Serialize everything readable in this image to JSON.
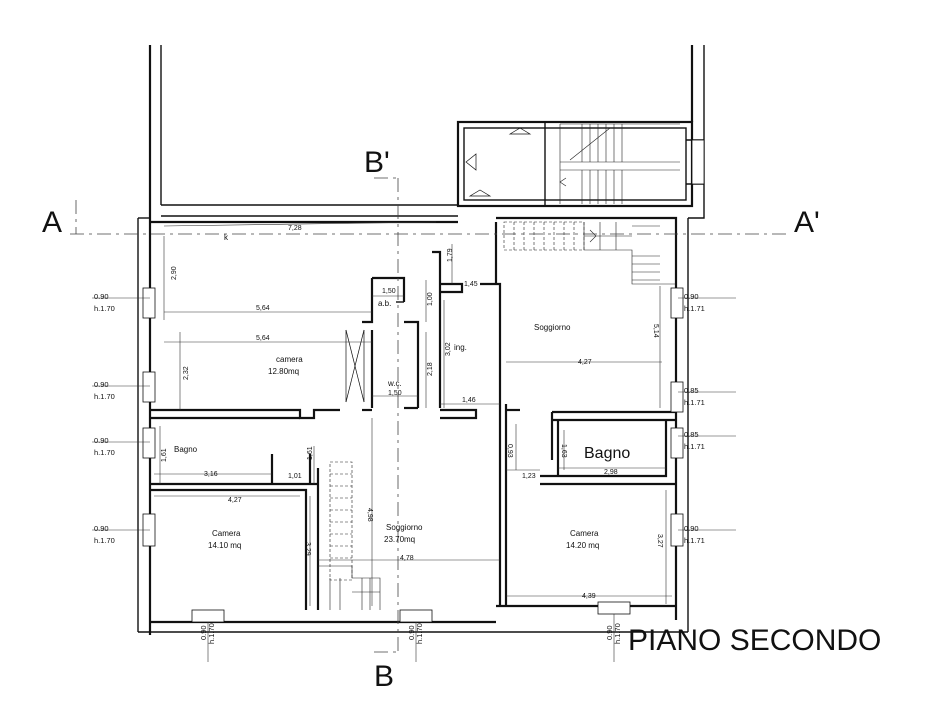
{
  "title": "PIANO SECONDO",
  "section_markers": {
    "a": "A",
    "a_prime": "A'",
    "b": "B",
    "b_prime": "B'"
  },
  "rooms": [
    {
      "id": "camera-nw",
      "name": "camera",
      "area": "12.80mq"
    },
    {
      "id": "ab",
      "name": "a.b.",
      "area": ""
    },
    {
      "id": "wc",
      "name": "w.c.",
      "area": ""
    },
    {
      "id": "ing",
      "name": "ing.",
      "area": ""
    },
    {
      "id": "soggiorno-ne",
      "name": "Soggiorno",
      "area": ""
    },
    {
      "id": "bagno-w",
      "name": "Bagno",
      "area": ""
    },
    {
      "id": "bagno-e",
      "name": "Bagno",
      "area": ""
    },
    {
      "id": "camera-sw",
      "name": "Camera",
      "area": "14.10 mq"
    },
    {
      "id": "soggiorno-s",
      "name": "Soggiorno",
      "area": "23.70mq"
    },
    {
      "id": "camera-se",
      "name": "Camera",
      "area": "14.20 mq"
    }
  ],
  "marks": {
    "k": "k"
  },
  "dimensions": {
    "d728": "7,28",
    "d290": "2,90",
    "d564a": "5,64",
    "d564b": "5,64",
    "d150a": "1,50",
    "d150b": "1,50",
    "d100": "1,00",
    "d218": "2,18",
    "d179": "1,79",
    "d145": "1,45",
    "d302": "3,02",
    "d146": "1,46",
    "d232": "2,32",
    "d514": "5,14",
    "d427a": "4,27",
    "d161": "1,61",
    "d316": "3,16",
    "d101": "1,01",
    "d161b": "1,61",
    "d427b": "4,27",
    "d329": "3,29",
    "d498": "4,98",
    "d478": "4,78",
    "d093": "0,93",
    "d123": "1,23",
    "d163": "1,63",
    "d298": "2,98",
    "d439": "4,39",
    "d327": "3,27"
  },
  "windows": [
    {
      "id": "w-l1",
      "w": "0.90",
      "h": "h.1.70"
    },
    {
      "id": "w-l2",
      "w": "0.90",
      "h": "h.1.70"
    },
    {
      "id": "w-l3",
      "w": "0.90",
      "h": "h.1.70"
    },
    {
      "id": "w-l4",
      "w": "0.90",
      "h": "h.1.70"
    },
    {
      "id": "w-r1",
      "w": "0.90",
      "h": "h.1.71"
    },
    {
      "id": "w-r2",
      "w": "0.85",
      "h": "h.1.71"
    },
    {
      "id": "w-r3",
      "w": "0.85",
      "h": "h.1.71"
    },
    {
      "id": "w-r4",
      "w": "0.90",
      "h": "h.1.71"
    },
    {
      "id": "w-b1",
      "w": "0.90",
      "h": "h.1.70"
    },
    {
      "id": "w-b2",
      "w": "0.90",
      "h": "h.1.70"
    },
    {
      "id": "w-b3",
      "w": "0.90",
      "h": "h.1.70"
    }
  ]
}
